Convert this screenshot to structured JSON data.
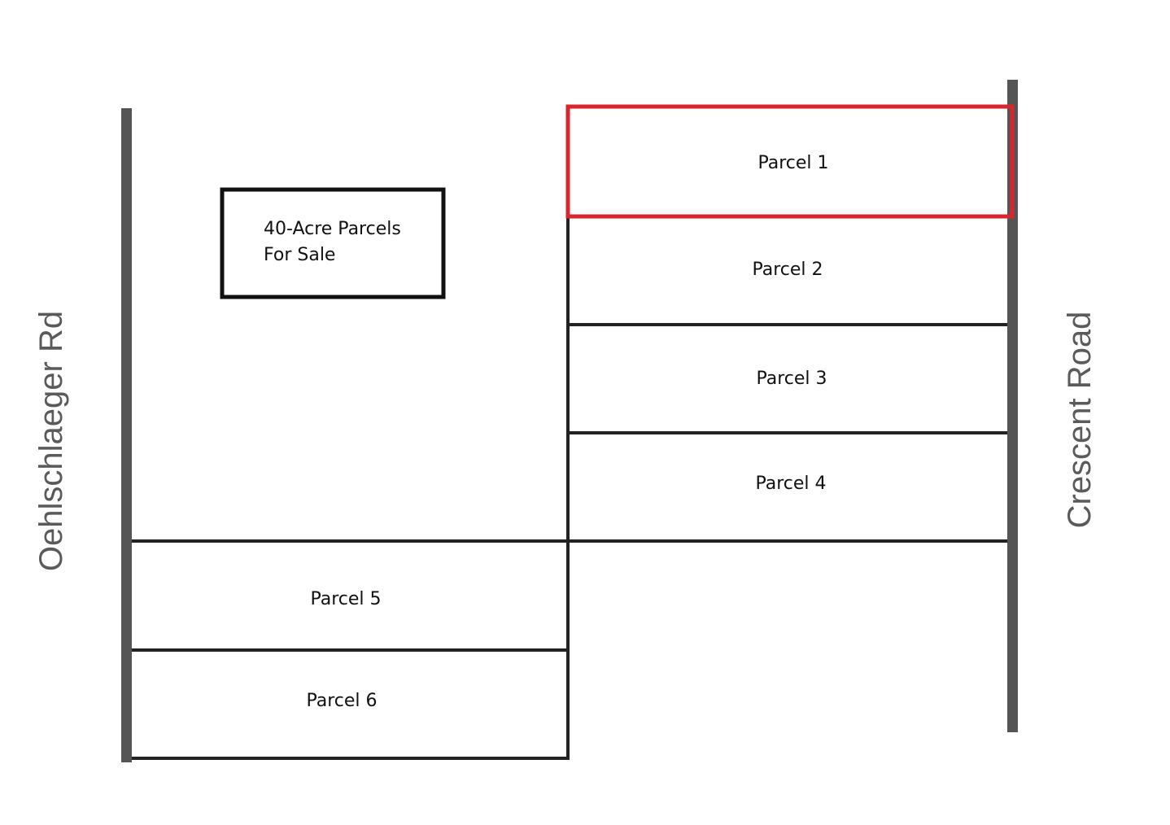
{
  "sign": {
    "line1": "40-Acre Parcels",
    "line2": "For Sale"
  },
  "roads": {
    "west": "Oehlschlaeger Rd",
    "east": "Crescent Road"
  },
  "parcels": [
    {
      "label": "Parcel 1",
      "highlighted": true
    },
    {
      "label": "Parcel 2",
      "highlighted": false
    },
    {
      "label": "Parcel 3",
      "highlighted": false
    },
    {
      "label": "Parcel 4",
      "highlighted": false
    },
    {
      "label": "Parcel 5",
      "highlighted": false
    },
    {
      "label": "Parcel 6",
      "highlighted": false
    }
  ],
  "colors": {
    "road": "#555555",
    "boundary": "#222222",
    "highlight": "#d9262e",
    "sign_border": "#111111"
  }
}
